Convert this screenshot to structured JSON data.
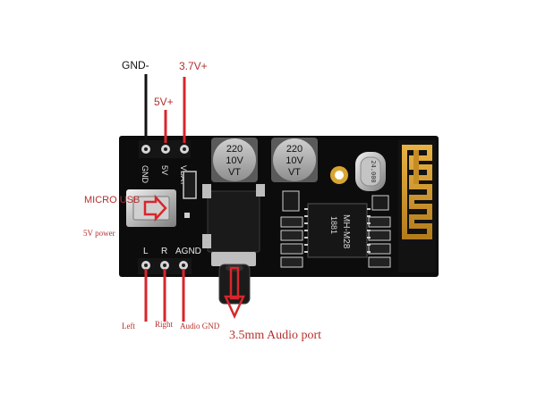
{
  "labels": {
    "gnd_minus": "GND-",
    "v37_plus": "3.7V+",
    "v5_plus": "5V+",
    "micro_usb": "MICRO USB",
    "power_5v": "5V power",
    "left": "Left",
    "right": "Right",
    "audio_gnd": "Audio GND",
    "audio_port": "3.5mm Audio port"
  },
  "silkscreen": {
    "pin_gnd": "GND",
    "pin_5v": "5V",
    "pin_vbat": "VBAT",
    "pin_l": "L",
    "pin_r": "R",
    "pin_agnd": "AGND",
    "ic_text_1": "MH-M28",
    "ic_text_2": "1881",
    "crystal_text": "24.000"
  },
  "capacitors": [
    {
      "line1": "220",
      "line2": "10V",
      "line3": "VT"
    },
    {
      "line1": "220",
      "line2": "10V",
      "line3": "VT"
    }
  ],
  "colors": {
    "board": "#0c0c0c",
    "pin_red": "#d8262b",
    "pin_black": "#111111",
    "label_black": "#111111",
    "label_red": "#b5302e",
    "antenna_gold": "#d59a2c",
    "arrow_red": "#d8262b"
  }
}
